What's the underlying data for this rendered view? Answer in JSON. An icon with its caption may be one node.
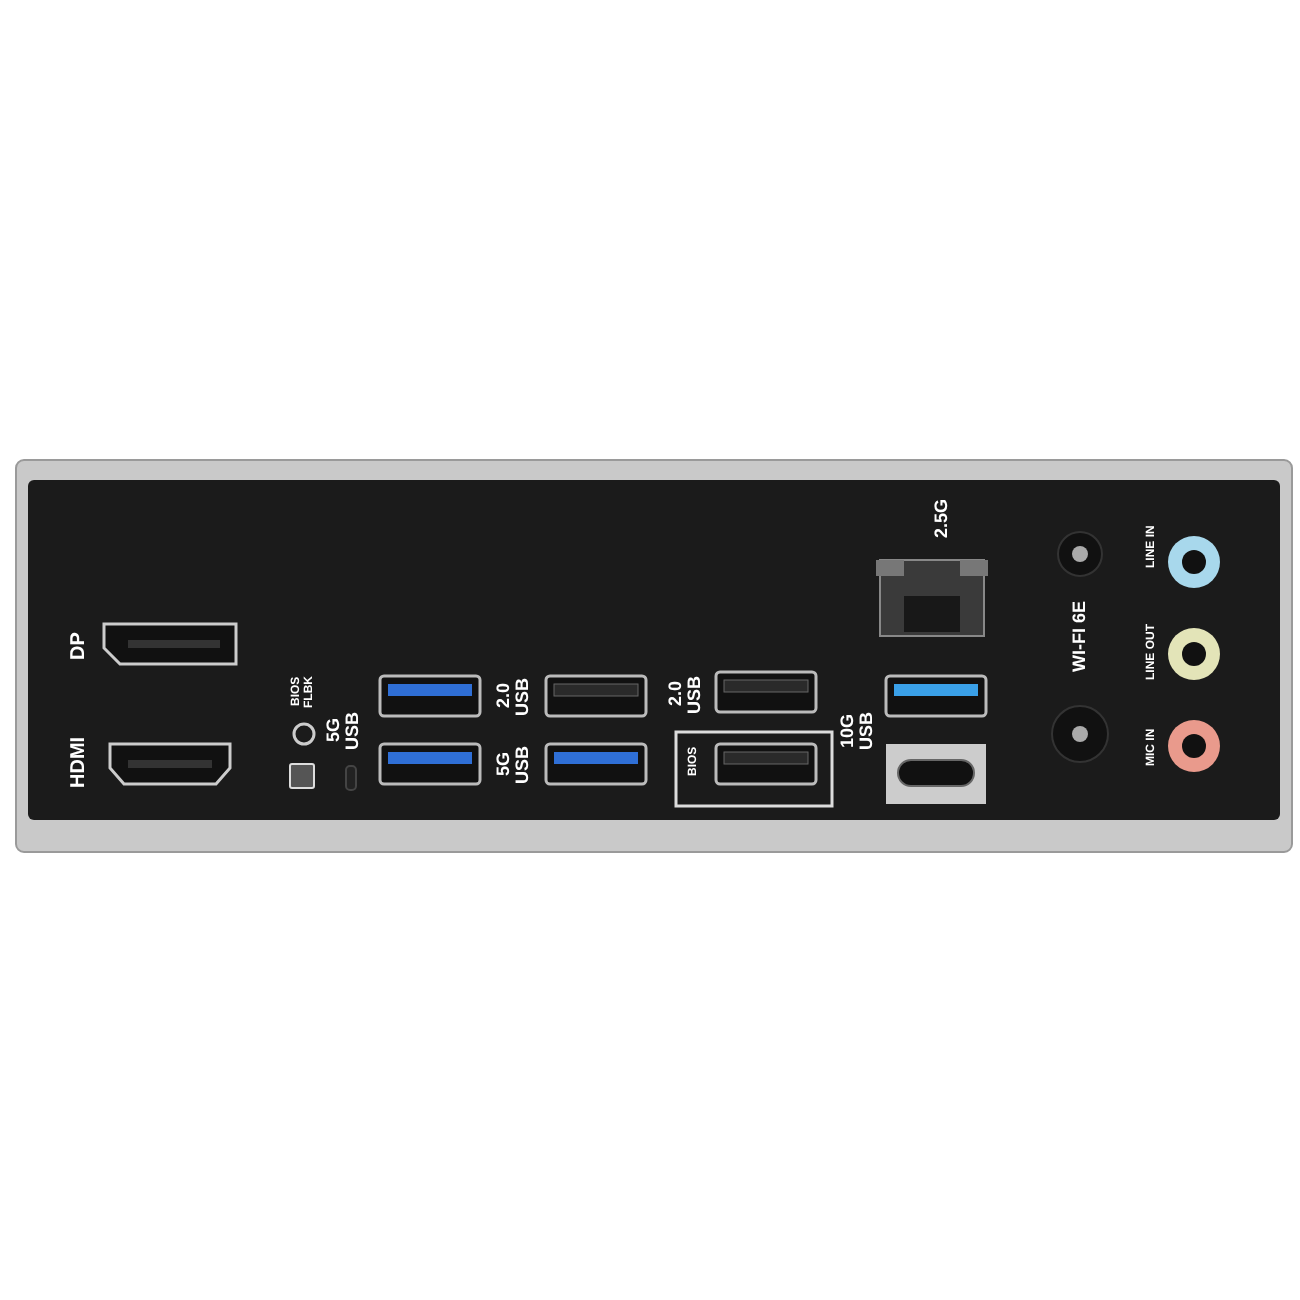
{
  "diagram": {
    "labels": [
      "DP",
      "HDMI",
      "BIOS FLBK",
      "5G USB",
      "2.0 USB",
      "5G USB",
      "2.0 USB",
      "BIOS",
      "10G USB",
      "2.5G",
      "WI-FI 6E",
      "LINE IN",
      "LINE OUT",
      "MIC IN"
    ]
  }
}
